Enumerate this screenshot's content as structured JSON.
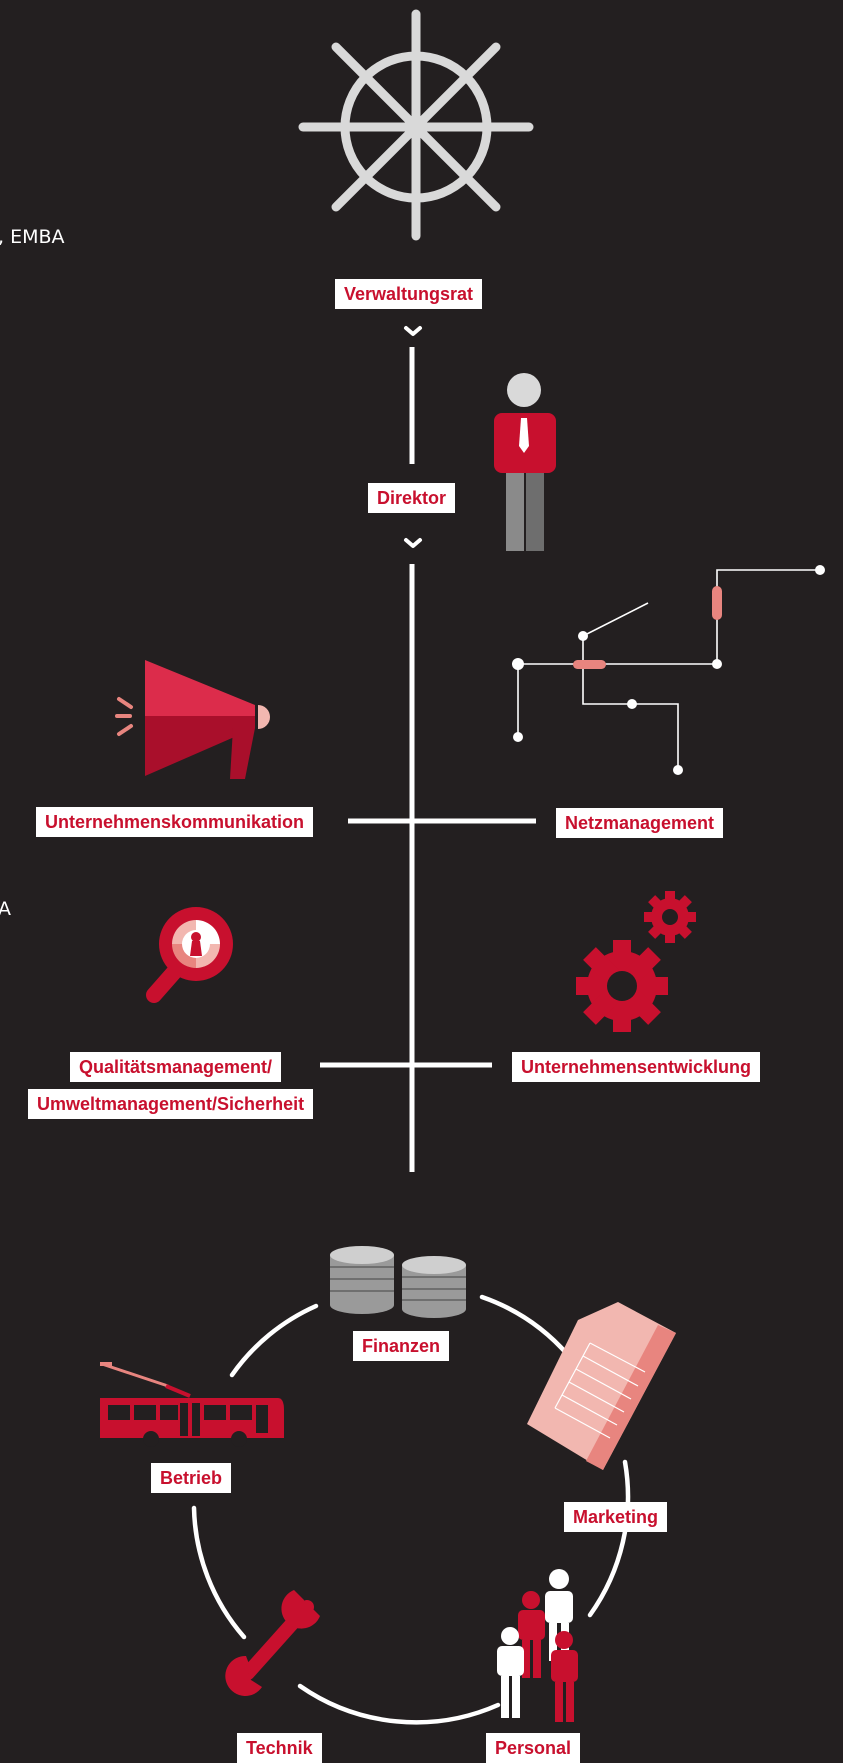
{
  "edge_fragments": {
    "top": ", EMBA",
    "middle": "A"
  },
  "hierarchy": {
    "board": "Verwaltungsrat",
    "director": "Direktor",
    "staff_left_1": "Unternehmenskommunikation",
    "staff_right_1": "Netzmanagement",
    "staff_left_2_line1": "Qualitätsmanagement/",
    "staff_left_2_line2": "Umweltmanagement/Sicherheit",
    "staff_right_2": "Unternehmensentwicklung"
  },
  "departments": {
    "finance": "Finanzen",
    "operations": "Betrieb",
    "marketing": "Marketing",
    "technology": "Technik",
    "personnel": "Personal"
  },
  "icons": {
    "board": "ship-wheel-icon",
    "director": "person-tie-icon",
    "communication": "megaphone-icon",
    "network": "network-map-icon",
    "quality": "magnifier-keyhole-icon",
    "development": "gears-icon",
    "finance": "coins-icon",
    "operations": "trolleybus-icon",
    "marketing": "ticket-icon",
    "technology": "wrench-icon",
    "personnel": "people-icon"
  },
  "colors": {
    "background": "#231f20",
    "accent": "#c8102e",
    "accent_light": "#e8857f",
    "light_pink": "#f2b7b0",
    "white": "#ffffff",
    "grey": "#d9d9d9"
  }
}
